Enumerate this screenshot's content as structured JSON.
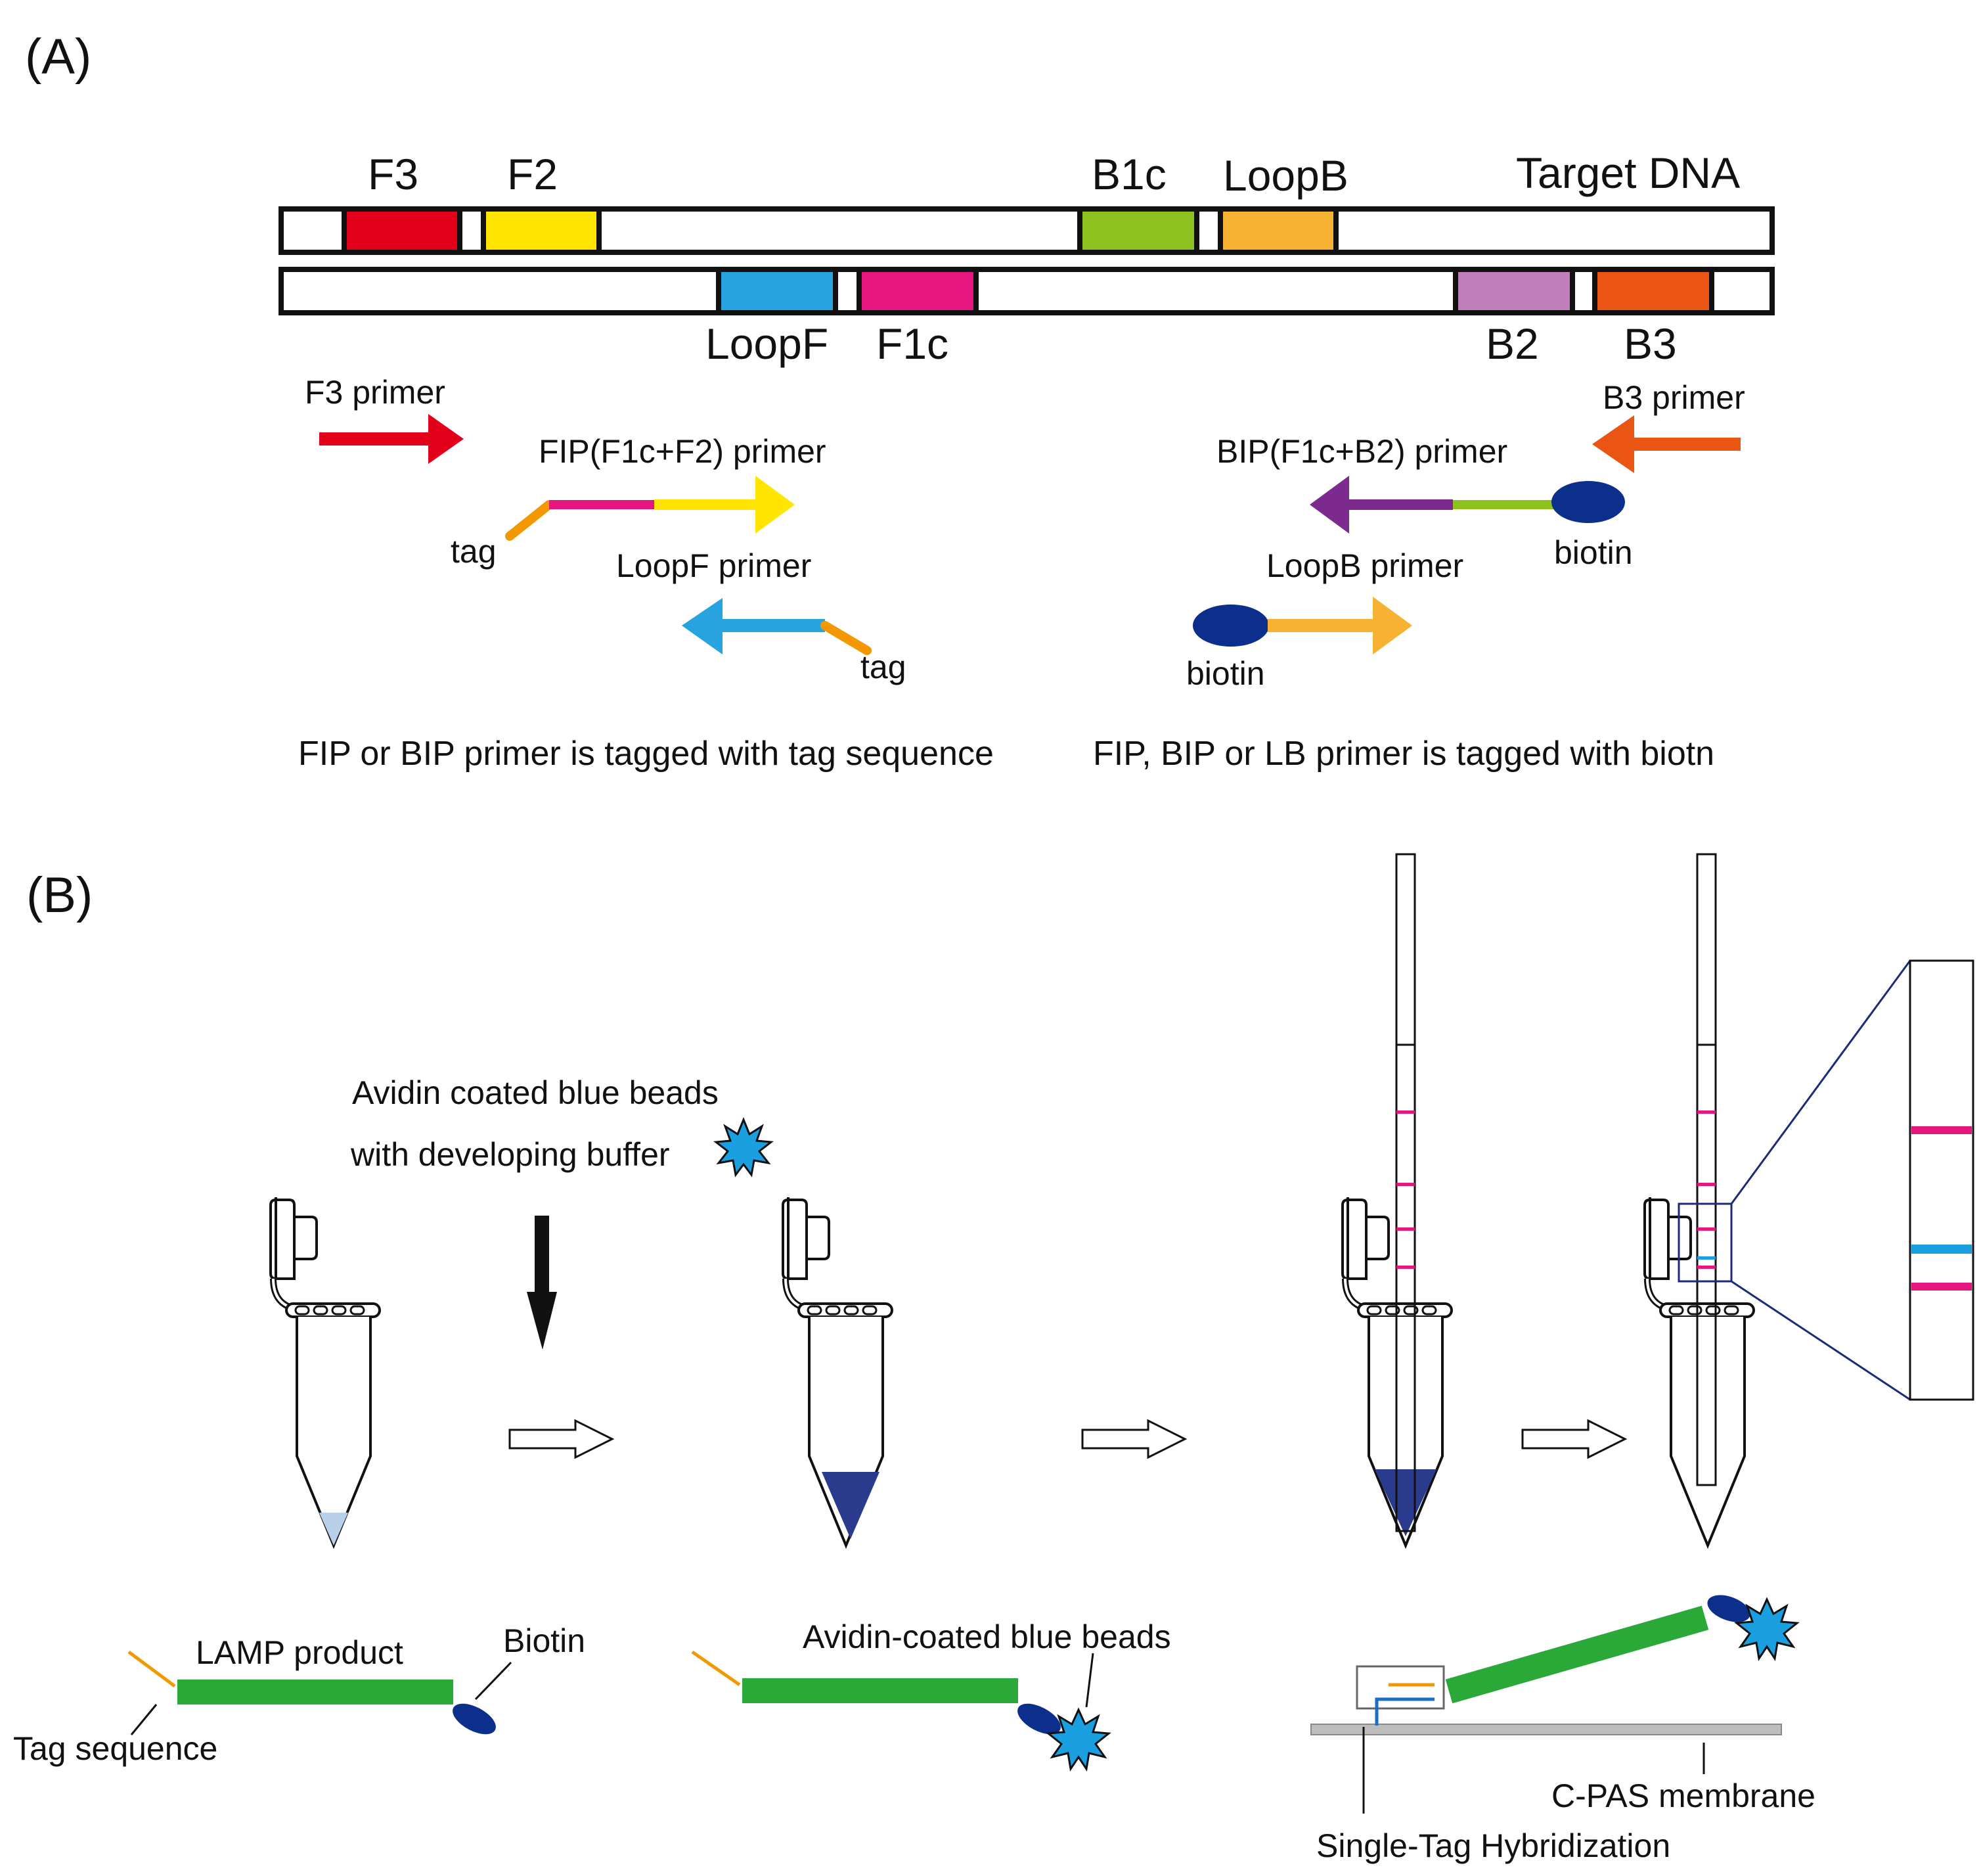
{
  "panelA": {
    "label": "(A)",
    "target_label": "Target DNA",
    "colors": {
      "F3": "#e3001b",
      "F2": "#ffe500",
      "B1c": "#8dc21f",
      "LoopB": "#f7b234",
      "LoopF": "#27a3e0",
      "F1c": "#e5167e",
      "B2": "#c17fba",
      "B3": "#ea5513",
      "tag": "#f39800",
      "biotin": "#0b2f8a",
      "bip_purple": "#7d2a8f"
    },
    "top_strand_segments": [
      "F3",
      "F2",
      "B1c",
      "LoopB"
    ],
    "bottom_strand_segments": [
      "LoopF",
      "F1c",
      "B2",
      "B3"
    ],
    "primers": {
      "f3": "F3 primer",
      "fip": "FIP(F1c+F2) primer",
      "loopf": "LoopF primer",
      "b3": "B3 primer",
      "bip": "BIP(F1c+B2) primer",
      "loopb": "LoopB primer"
    },
    "tag_label": "tag",
    "biotin_label": "biotin",
    "note_left": "FIP or BIP primer is tagged with tag sequence",
    "note_right": "FIP, BIP or LB primer is tagged with biotn"
  },
  "panelB": {
    "label": "(B)",
    "beads_line1": "Avidin coated blue beads",
    "beads_line2": "with developing buffer",
    "lamp_product": "LAMP product",
    "biotin": "Biotin",
    "tag_sequence": "Tag sequence",
    "avidin_beads": "Avidin-coated blue beads",
    "membrane": "C-PAS membrane",
    "hybridization": "Single-Tag Hybridization",
    "colors": {
      "product_green": "#2aa838",
      "bead_blue": "#1a9fe0",
      "liquid_light": "#b7cfe9",
      "liquid_dark": "#2a3a8c",
      "strip_line": "#e5167e",
      "test_line": "#1a9fe0",
      "membrane_gray": "#bdbdbd",
      "zoom_navy": "#1c2a78"
    }
  }
}
